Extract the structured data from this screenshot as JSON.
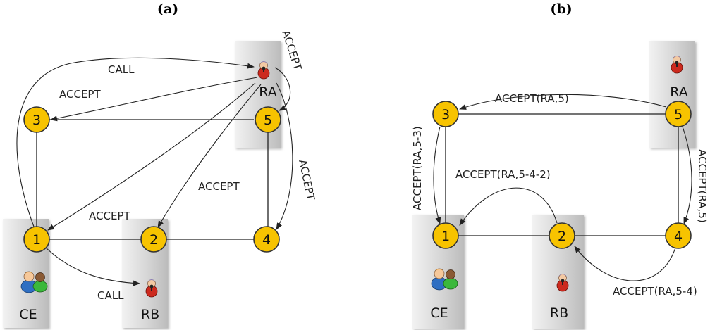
{
  "panels": [
    {
      "id": "a",
      "title": "(a)",
      "boxes": [
        {
          "id": "RA",
          "label": "RA"
        },
        {
          "id": "CE",
          "label": "CE"
        },
        {
          "id": "RB",
          "label": "RB"
        }
      ],
      "nodes": [
        {
          "id": "3",
          "label": "3"
        },
        {
          "id": "5",
          "label": "5"
        },
        {
          "id": "1",
          "label": "1"
        },
        {
          "id": "2",
          "label": "2"
        },
        {
          "id": "4",
          "label": "4"
        }
      ],
      "links": [
        [
          "3",
          "5"
        ],
        [
          "3",
          "1"
        ],
        [
          "1",
          "2"
        ],
        [
          "2",
          "4"
        ],
        [
          "5",
          "4"
        ]
      ],
      "messages": [
        {
          "from": "1",
          "to": "RA",
          "label": "CALL"
        },
        {
          "from": "RA",
          "to": "3",
          "label": "ACCEPT"
        },
        {
          "from": "RA",
          "to": "5",
          "label": "ACCEPT"
        },
        {
          "from": "RA",
          "to": "1",
          "label": "ACCEPT"
        },
        {
          "from": "RA",
          "to": "2",
          "label": "ACCEPT"
        },
        {
          "from": "RA",
          "to": "4",
          "label": "ACCEPT"
        },
        {
          "from": "1",
          "to": "RB",
          "label": "CALL"
        }
      ]
    },
    {
      "id": "b",
      "title": "(b)",
      "boxes": [
        {
          "id": "RA",
          "label": "RA"
        },
        {
          "id": "CE",
          "label": "CE"
        },
        {
          "id": "RB",
          "label": "RB"
        }
      ],
      "nodes": [
        {
          "id": "3",
          "label": "3"
        },
        {
          "id": "5",
          "label": "5"
        },
        {
          "id": "1",
          "label": "1"
        },
        {
          "id": "2",
          "label": "2"
        },
        {
          "id": "4",
          "label": "4"
        }
      ],
      "links": [
        [
          "3",
          "5"
        ],
        [
          "3",
          "1"
        ],
        [
          "1",
          "2"
        ],
        [
          "2",
          "4"
        ],
        [
          "5",
          "4"
        ]
      ],
      "messages": [
        {
          "from": "5",
          "to": "3",
          "label": "ACCEPT(RA,5)"
        },
        {
          "from": "3",
          "to": "1",
          "label": "ACCEPT(RA,5-3)"
        },
        {
          "from": "2",
          "to": "1",
          "label": "ACCEPT(RA,5-4-2)"
        },
        {
          "from": "5",
          "to": "4",
          "label": "ACCEPT(RA,5)"
        },
        {
          "from": "4",
          "to": "2",
          "label": "ACCEPT(RA,5-4)"
        }
      ]
    }
  ],
  "icons": {
    "ra": "person-red-icon",
    "rb": "person-red-icon",
    "ce": "user-group-icon"
  },
  "colors": {
    "node_fill": "#f7c300",
    "box_fill": "#cfcfcf"
  }
}
